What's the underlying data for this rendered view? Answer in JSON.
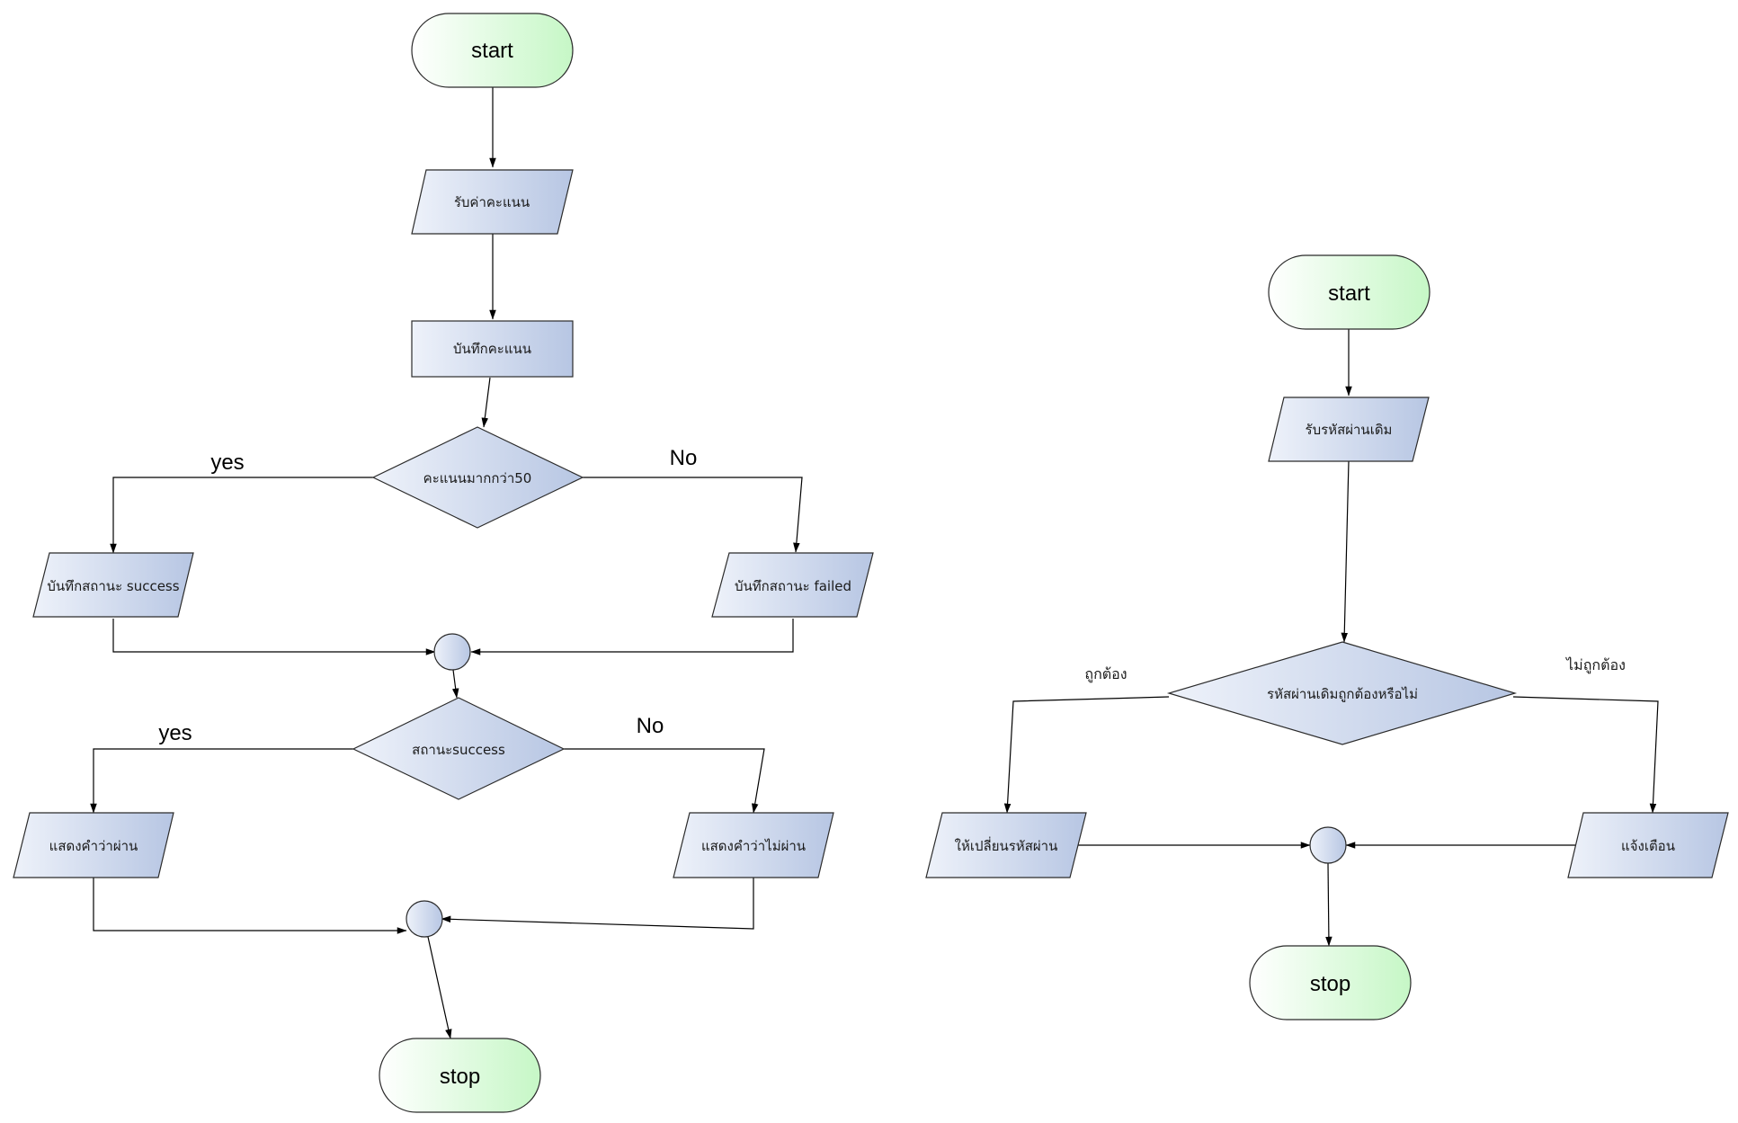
{
  "colors": {
    "terminal_fill_start": "#ffffff",
    "terminal_fill_end": "#c6f7c6",
    "process_fill_start": "#eef2fa",
    "process_fill_end": "#b7c6e3",
    "line": "#000000"
  },
  "flow_left": {
    "start": "start",
    "input_score": "รับค่าคะแนน",
    "save_score": "บันทึกคะแนน",
    "decision_score": "คะแนนมากกว่า50",
    "yes_1": "yes",
    "no_1": "No",
    "status_success": "บันทึกสถานะ success",
    "status_failed": "บันทึกสถานะ failed",
    "decision_status": "สถานะsuccess",
    "yes_2": "yes",
    "no_2": "No",
    "show_pass": "แสดงคำว่าผ่าน",
    "show_fail": "แสดงคำว่าไม่ผ่าน",
    "stop": "stop"
  },
  "flow_right": {
    "start": "start",
    "input_password": "รับรหัสผ่านเดิม",
    "decision_password": "รหัสผ่านเดิมถูกต้องหรือไม่",
    "correct": "ถูกต้อง",
    "incorrect": "ไม่ถูกต้อง",
    "change_password": "ให้เปลี่ยนรหัสผ่าน",
    "warn": "แจ้งเตือน",
    "stop": "stop"
  }
}
